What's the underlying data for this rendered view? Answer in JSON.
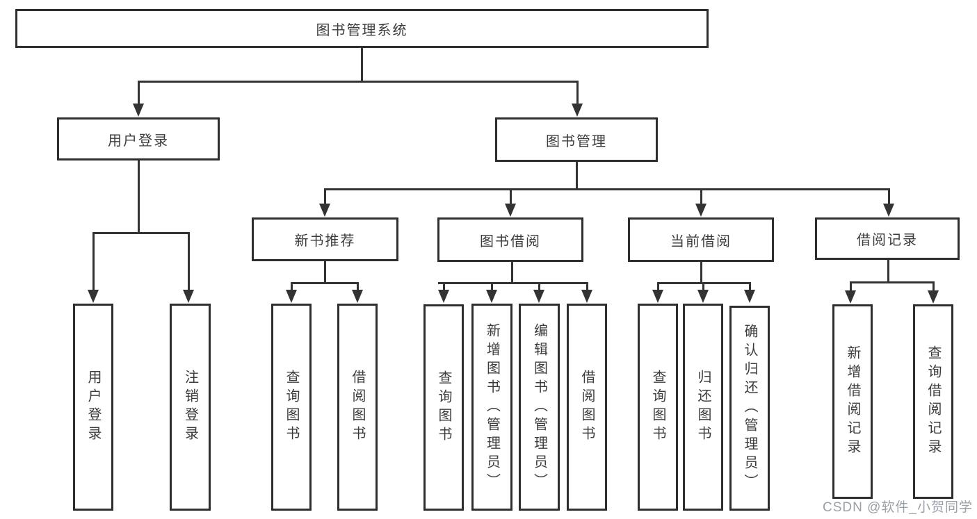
{
  "title": "图书管理系统",
  "watermark": "CSDN @软件_小贺同学",
  "colors": {
    "line": "#333333",
    "box_border": "#2e2e2e",
    "text": "#3c3c3c",
    "background": "#ffffff",
    "watermark": "#9aa0a8"
  },
  "nodes": [
    {
      "id": "root",
      "label": "图书管理系统",
      "level": 1,
      "parent": null
    },
    {
      "id": "user-login",
      "label": "用户登录",
      "level": 2,
      "parent": "root"
    },
    {
      "id": "book-mgmt",
      "label": "图书管理",
      "level": 2,
      "parent": "root"
    },
    {
      "id": "new-book-rec",
      "label": "新书推荐",
      "level": 3,
      "parent": "book-mgmt"
    },
    {
      "id": "book-borrow",
      "label": "图书借阅",
      "level": 3,
      "parent": "book-mgmt"
    },
    {
      "id": "current-borrow",
      "label": "当前借阅",
      "level": 3,
      "parent": "book-mgmt"
    },
    {
      "id": "borrow-records",
      "label": "借阅记录",
      "level": 3,
      "parent": "book-mgmt"
    },
    {
      "id": "leaf-user-login",
      "label": "用户登录",
      "level": 4,
      "parent": "user-login"
    },
    {
      "id": "leaf-logout",
      "label": "注销登录",
      "level": 4,
      "parent": "user-login"
    },
    {
      "id": "leaf-query-book-1",
      "label": "查询图书",
      "level": 4,
      "parent": "new-book-rec"
    },
    {
      "id": "leaf-borrow-book-1",
      "label": "借阅图书",
      "level": 4,
      "parent": "new-book-rec"
    },
    {
      "id": "leaf-query-book-2",
      "label": "查询图书",
      "level": 4,
      "parent": "book-borrow"
    },
    {
      "id": "leaf-add-book",
      "label": "新增图书（管理员）",
      "level": 4,
      "parent": "book-borrow"
    },
    {
      "id": "leaf-edit-book",
      "label": "编辑图书（管理员）",
      "level": 4,
      "parent": "book-borrow"
    },
    {
      "id": "leaf-borrow-book-2",
      "label": "借阅图书",
      "level": 4,
      "parent": "book-borrow"
    },
    {
      "id": "leaf-query-book-3",
      "label": "查询图书",
      "level": 4,
      "parent": "current-borrow"
    },
    {
      "id": "leaf-return-book",
      "label": "归还图书",
      "level": 4,
      "parent": "current-borrow"
    },
    {
      "id": "leaf-confirm-return",
      "label": "确认归还（管理员）",
      "level": 4,
      "parent": "current-borrow"
    },
    {
      "id": "leaf-add-record",
      "label": "新增借阅记录",
      "level": 4,
      "parent": "borrow-records"
    },
    {
      "id": "leaf-query-record",
      "label": "查询借阅记录",
      "level": 4,
      "parent": "borrow-records"
    }
  ]
}
